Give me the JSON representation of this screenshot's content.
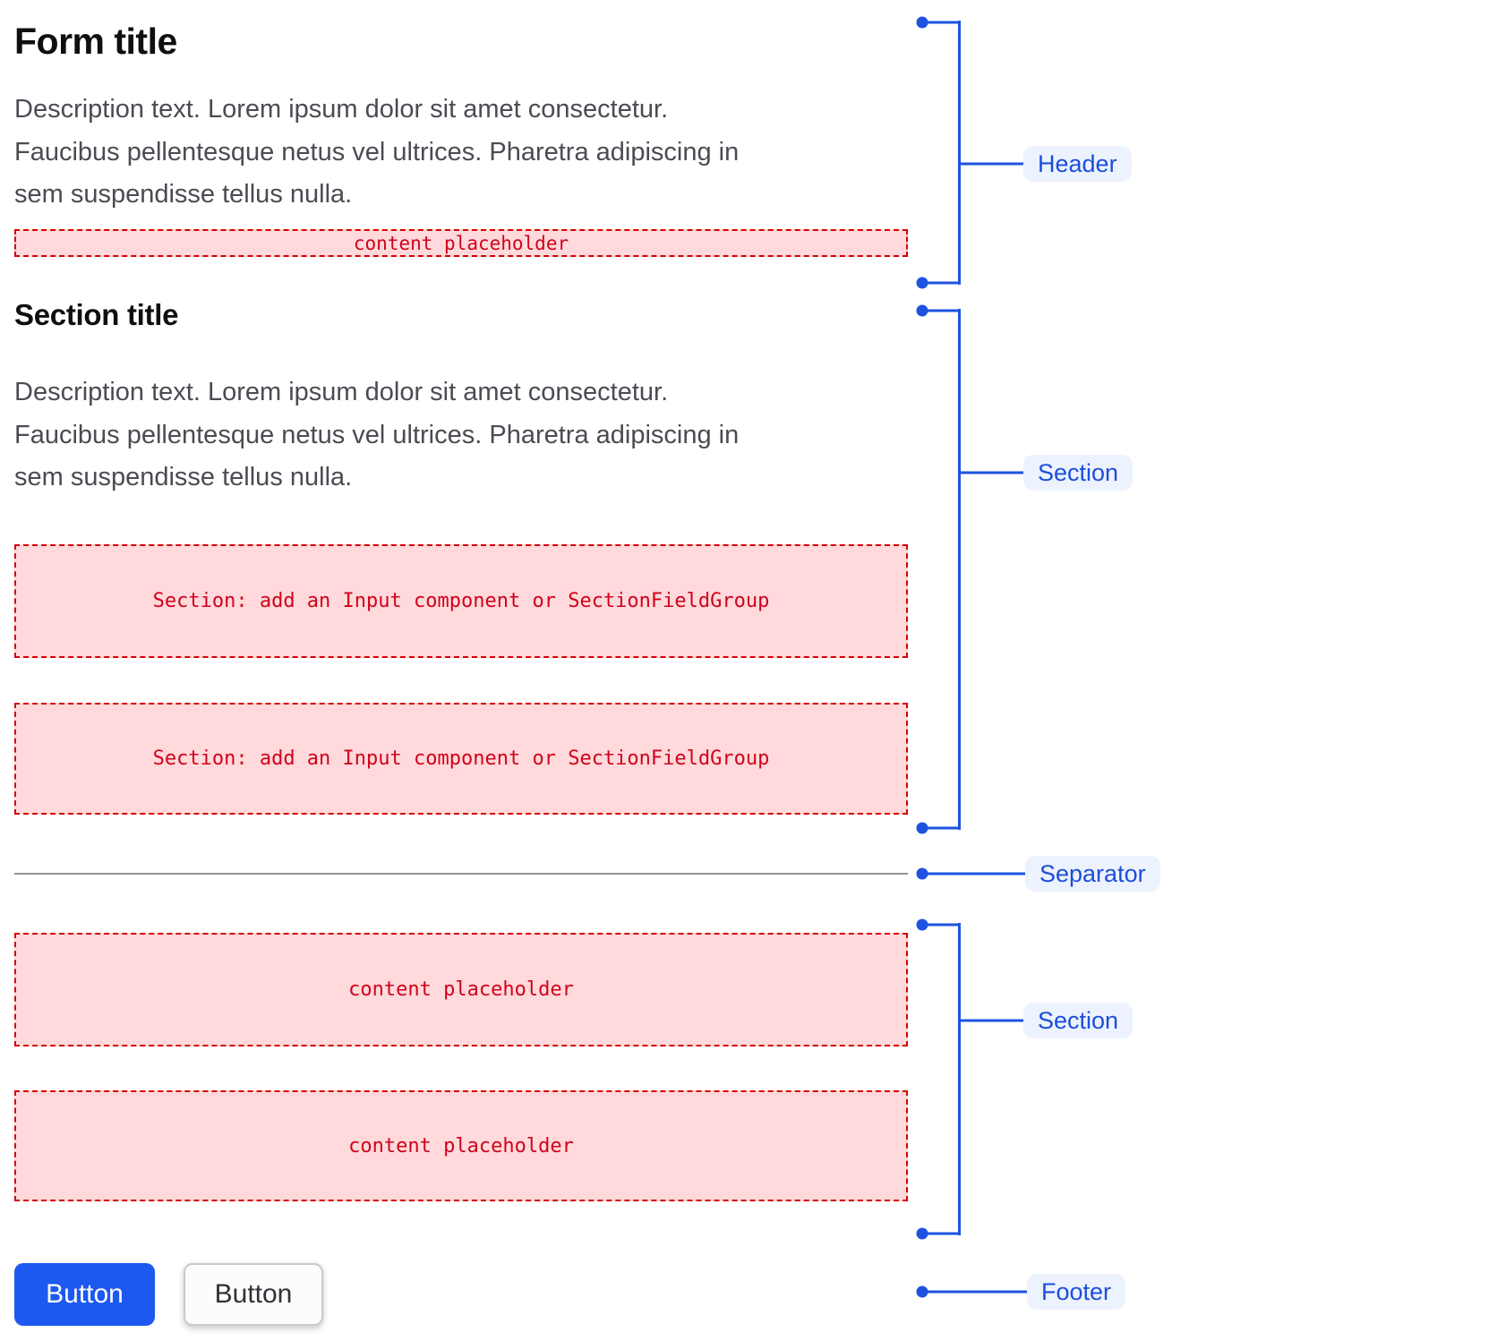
{
  "header": {
    "title": "Form title",
    "description": "Description text. Lorem ipsum dolor sit amet consectetur.\nFaucibus pellentesque netus vel ultrices. Pharetra adipiscing in\nsem suspendisse tellus nulla.",
    "placeholder": "content placeholder"
  },
  "section": {
    "title": "Section title",
    "description": "Description text. Lorem ipsum dolor sit amet consectetur.\nFaucibus pellentesque netus vel ultrices. Pharetra adipiscing in\nsem suspendisse tellus nulla.",
    "boxes": [
      "Section: add an Input component or SectionFieldGroup",
      "Section: add an Input component or SectionFieldGroup"
    ]
  },
  "content_section": {
    "boxes": [
      "content placeholder",
      "content placeholder"
    ]
  },
  "footer": {
    "primary_button": "Button",
    "secondary_button": "Button"
  },
  "annotations": {
    "header": "Header",
    "section1": "Section",
    "separator": "Separator",
    "section2": "Section",
    "footer": "Footer"
  },
  "colors": {
    "accent_blue": "#1e53e0",
    "pill_background": "#ecf2fe",
    "pill_text": "#1d4ed8",
    "placeholder_background": "#ffd9db",
    "placeholder_border": "#d40000",
    "placeholder_text": "#d0021b",
    "primary_button_background": "#1d58f0",
    "separator_gray": "#909398",
    "title_text": "#0e0f11",
    "description_text": "#4a4c53"
  }
}
